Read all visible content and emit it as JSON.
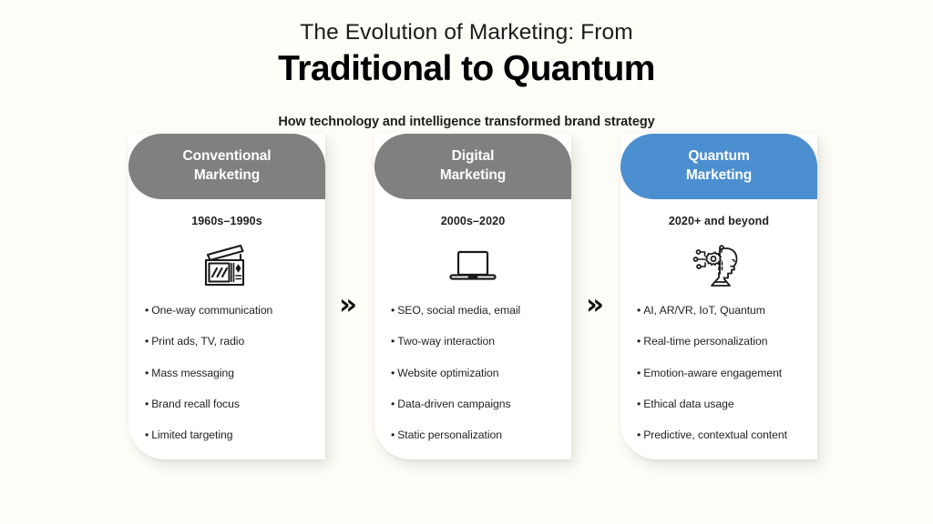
{
  "header": {
    "title_line1": "The Evolution of Marketing: From",
    "title_line2": "Traditional to Quantum",
    "subtitle": "How technology and intelligence transformed brand strategy"
  },
  "separators": {
    "arrow1": "»",
    "arrow2": "»",
    "icon_name": "double-chevron-right-icon"
  },
  "colors": {
    "background": "#fffdf8",
    "card_background": "#ffffff",
    "header_gray": "#808080",
    "header_blue": "#4b8fd0",
    "text_dark": "#1a1a1a",
    "header_text": "#ffffff"
  },
  "cards": [
    {
      "id": "conventional-marketing",
      "title_line1": "Conventional",
      "title_line2": "Marketing",
      "era": "1960s–1990s",
      "header_color": "#808080",
      "icon": "radio-icon",
      "bullets": [
        "One-way communication",
        "Print ads, TV, radio",
        "Mass messaging",
        "Brand recall focus",
        "Limited targeting"
      ]
    },
    {
      "id": "digital-marketing",
      "title_line1": "Digital",
      "title_line2": "Marketing",
      "era": "2000s–2020",
      "header_color": "#808080",
      "icon": "laptop-icon",
      "bullets": [
        "SEO, social media, email",
        "Two-way interaction",
        "Website optimization",
        "Data-driven campaigns",
        "Static personalization"
      ]
    },
    {
      "id": "quantum-marketing",
      "title_line1": "Quantum",
      "title_line2": "Marketing",
      "era": "2020+ and beyond",
      "header_color": "#4b8fd0",
      "icon": "ai-brain-head-icon",
      "bullets": [
        "AI, AR/VR, IoT, Quantum",
        "Real-time personalization",
        "Emotion-aware engagement",
        "Ethical data usage",
        "Predictive, contextual content"
      ]
    }
  ]
}
